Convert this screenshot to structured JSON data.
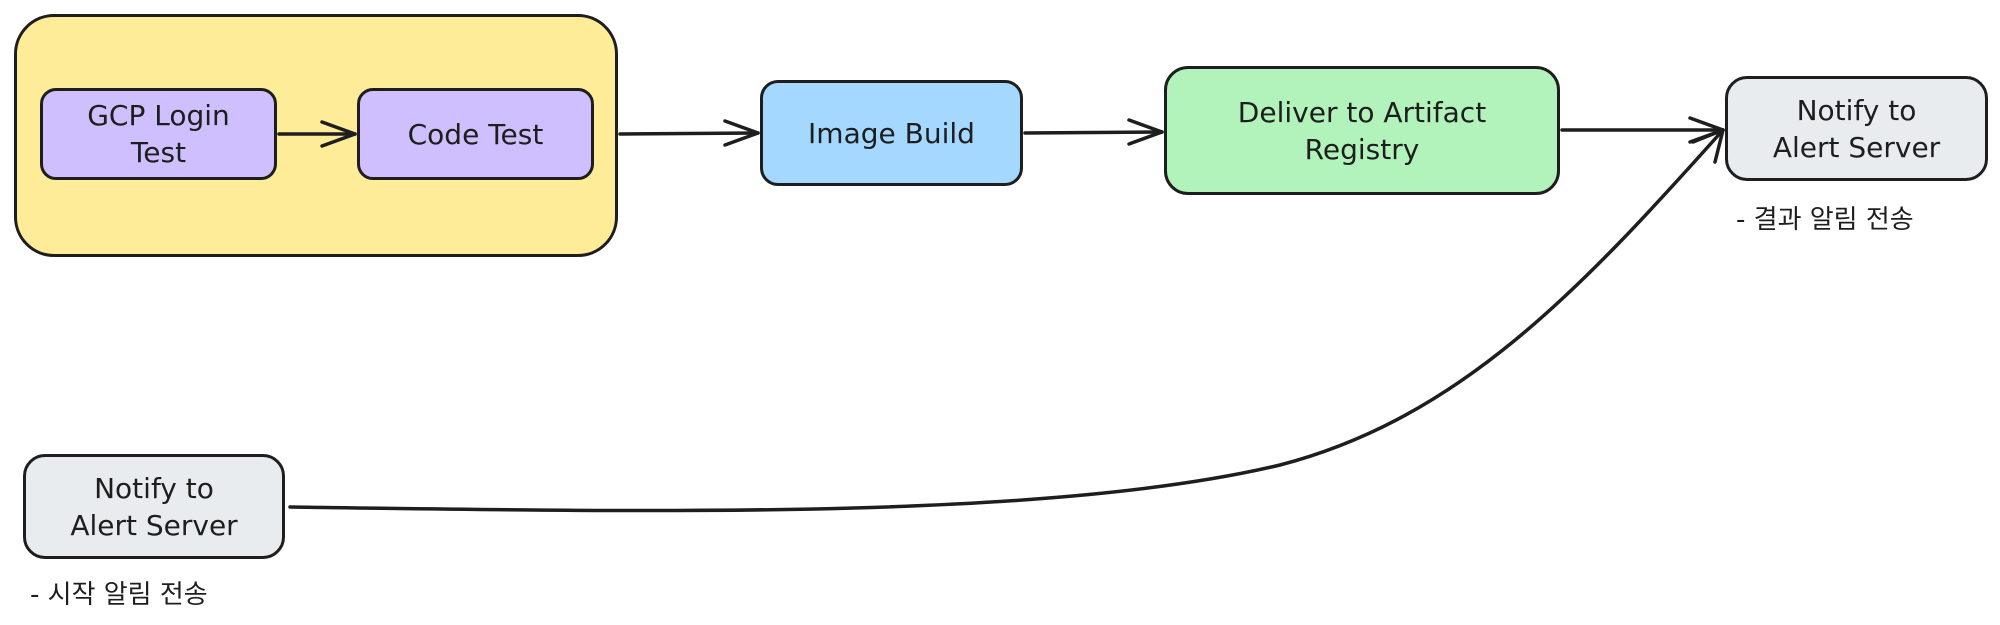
{
  "diagram": {
    "nodes": {
      "gcp_login_test": "GCP Login\nTest",
      "code_test": "Code Test",
      "image_build": "Image Build",
      "deliver_artifact": "Deliver to Artifact\nRegistry",
      "notify_result": "Notify to\nAlert Server",
      "notify_start": "Notify to\nAlert Server"
    },
    "notes": {
      "result_note": "- 결과 알림 전송",
      "start_note": "- 시작 알림 전송"
    },
    "colors": {
      "stroke": "#1e1e1e",
      "group_fill": "#ffec99",
      "purple_fill": "#d0bfff",
      "blue_fill": "#a5d8ff",
      "green_fill": "#b2f2bb",
      "gray_fill": "#e9ecef"
    }
  }
}
